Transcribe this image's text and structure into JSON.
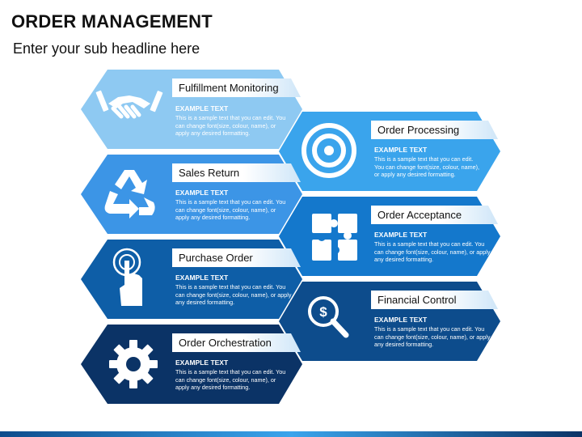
{
  "title": "ORDER MANAGEMENT",
  "subtitle": "Enter your sub headline here",
  "items": [
    {
      "label": "Fulfillment Monitoring",
      "heading": "EXAMPLE TEXT",
      "text": "This is a sample text that you can edit. You can change font(size, colour, name), or apply any desired formatting.",
      "icon": "handshake-icon",
      "color": "#8ec9f2"
    },
    {
      "label": "Order Processing",
      "heading": "EXAMPLE TEXT",
      "text": "This is a sample text that you can edit. You can change font(size, colour, name), or apply any desired formatting.",
      "icon": "target-icon",
      "color": "#3aa4ec"
    },
    {
      "label": "Sales Return",
      "heading": "EXAMPLE TEXT",
      "text": "This is a sample text that you can edit. You can change font(size, colour, name), or apply any desired formatting.",
      "icon": "recycle-icon",
      "color": "#3c95e6"
    },
    {
      "label": "Order Acceptance",
      "heading": "EXAMPLE TEXT",
      "text": "This is a sample text that you can edit. You can change font(size, colour, name), or apply any desired formatting.",
      "icon": "puzzle-icon",
      "color": "#1478cc"
    },
    {
      "label": "Purchase Order",
      "heading": "EXAMPLE TEXT",
      "text": "This is a sample text that you can edit. You can change font(size, colour, name), or apply any desired formatting.",
      "icon": "touch-icon",
      "color": "#0e5ea7"
    },
    {
      "label": "Financial Control",
      "heading": "EXAMPLE TEXT",
      "text": "This is a sample text that you can edit. You can change font(size, colour, name), or apply any desired formatting.",
      "icon": "money-search-icon",
      "color": "#0d4c8c"
    },
    {
      "label": "Order Orchestration",
      "heading": "EXAMPLE TEXT",
      "text": "This is a sample text that you can edit. You can change font(size, colour, name), or apply any desired formatting.",
      "icon": "gear-icon",
      "color": "#0b3366"
    }
  ]
}
